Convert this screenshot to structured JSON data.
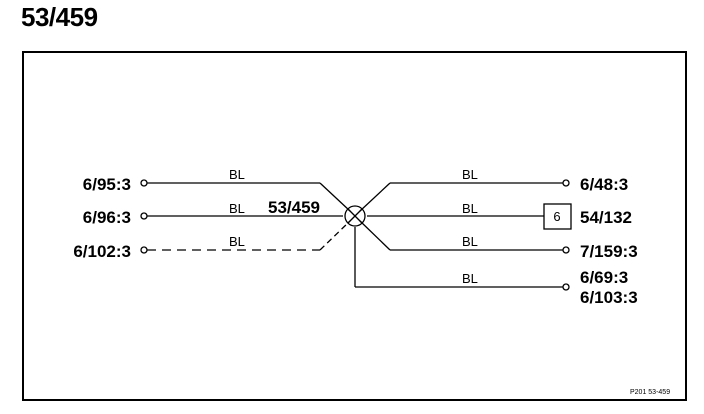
{
  "title": "53/459",
  "splice": {
    "label": "53/459"
  },
  "wire_color": "BL",
  "left_terminals": [
    {
      "label": "6/95:3",
      "color": "BL",
      "style": "solid"
    },
    {
      "label": "6/96:3",
      "color": "BL",
      "style": "solid"
    },
    {
      "label": "6/102:3",
      "color": "BL",
      "style": "dashed"
    }
  ],
  "right_terminals": [
    {
      "label": "6/48:3",
      "color": "BL"
    },
    {
      "label": "54/132",
      "color": "BL",
      "connector_pin": "6"
    },
    {
      "label": "7/159:3",
      "color": "BL"
    },
    {
      "label": "6/69:3",
      "label2": "6/103:3",
      "color": "BL"
    }
  ],
  "figure_code": "P201 53-459"
}
